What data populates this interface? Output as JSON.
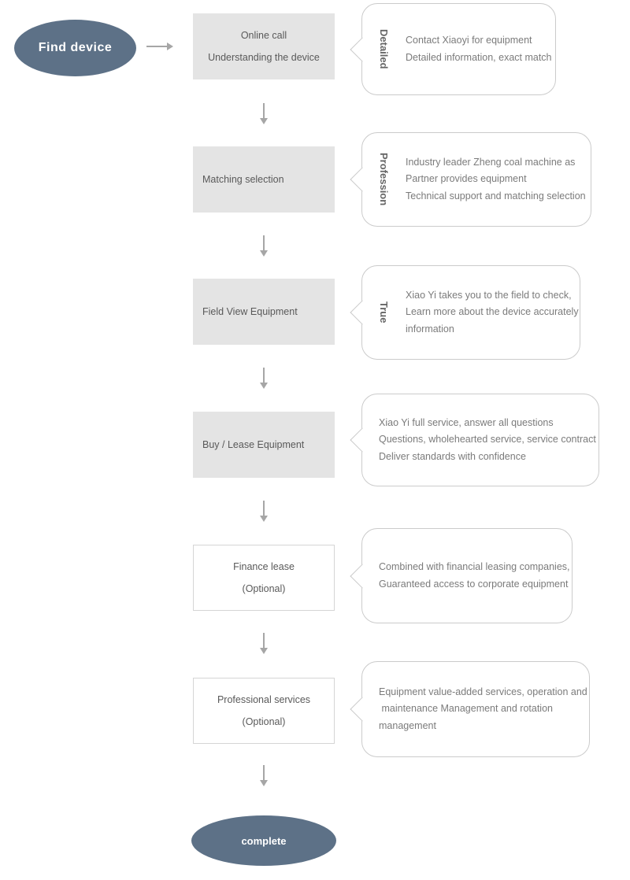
{
  "colors": {
    "terminal_bg": "#5d7187",
    "terminal_text": "#ffffff",
    "step_bg": "#e4e4e4",
    "step_text": "#595959",
    "optional_border": "#d5d5d5",
    "bubble_border": "#cbcbcb",
    "bubble_text": "#7b7b7b",
    "bubble_label": "#666666",
    "arrow": "#a6a6a6"
  },
  "icons": {
    "flow_arrow_right": "→",
    "flow_arrow_down": "↓"
  },
  "flow": {
    "start": "Find device",
    "end": "complete",
    "steps": [
      {
        "box_lines": [
          "Online call",
          "Understanding the device"
        ],
        "box_style": "filled",
        "bubble": {
          "label": "Detailed",
          "lines": [
            "Contact Xiaoyi for equipment",
            "Detailed information, exact match"
          ]
        }
      },
      {
        "box_lines": [
          "Matching selection"
        ],
        "box_style": "filled",
        "bubble": {
          "label": "Profession",
          "lines": [
            "Industry leader Zheng coal machine as",
            "Partner provides equipment",
            "Technical support and matching selection"
          ]
        }
      },
      {
        "box_lines": [
          "Field View Equipment"
        ],
        "box_style": "filled",
        "bubble": {
          "label": "True",
          "lines": [
            "Xiao Yi takes you to the field to check,",
            "Learn more about the device accurately",
            "information"
          ]
        }
      },
      {
        "box_lines": [
          "Buy / Lease Equipment"
        ],
        "box_style": "filled",
        "bubble": {
          "label": "",
          "lines": [
            "Xiao Yi full service, answer all questions",
            "Questions, wholehearted service, service contract",
            "Deliver standards with confidence"
          ]
        }
      },
      {
        "box_lines": [
          "Finance lease",
          "(Optional)"
        ],
        "box_style": "outline",
        "bubble": {
          "label": "",
          "lines": [
            "Combined with financial leasing companies,",
            "Guaranteed access to corporate equipment"
          ]
        }
      },
      {
        "box_lines": [
          "Professional services",
          "(Optional)"
        ],
        "box_style": "outline",
        "bubble": {
          "label": "",
          "lines": [
            "Equipment value-added services, operation and",
            " maintenance Management and rotation",
            "management"
          ]
        }
      }
    ]
  }
}
